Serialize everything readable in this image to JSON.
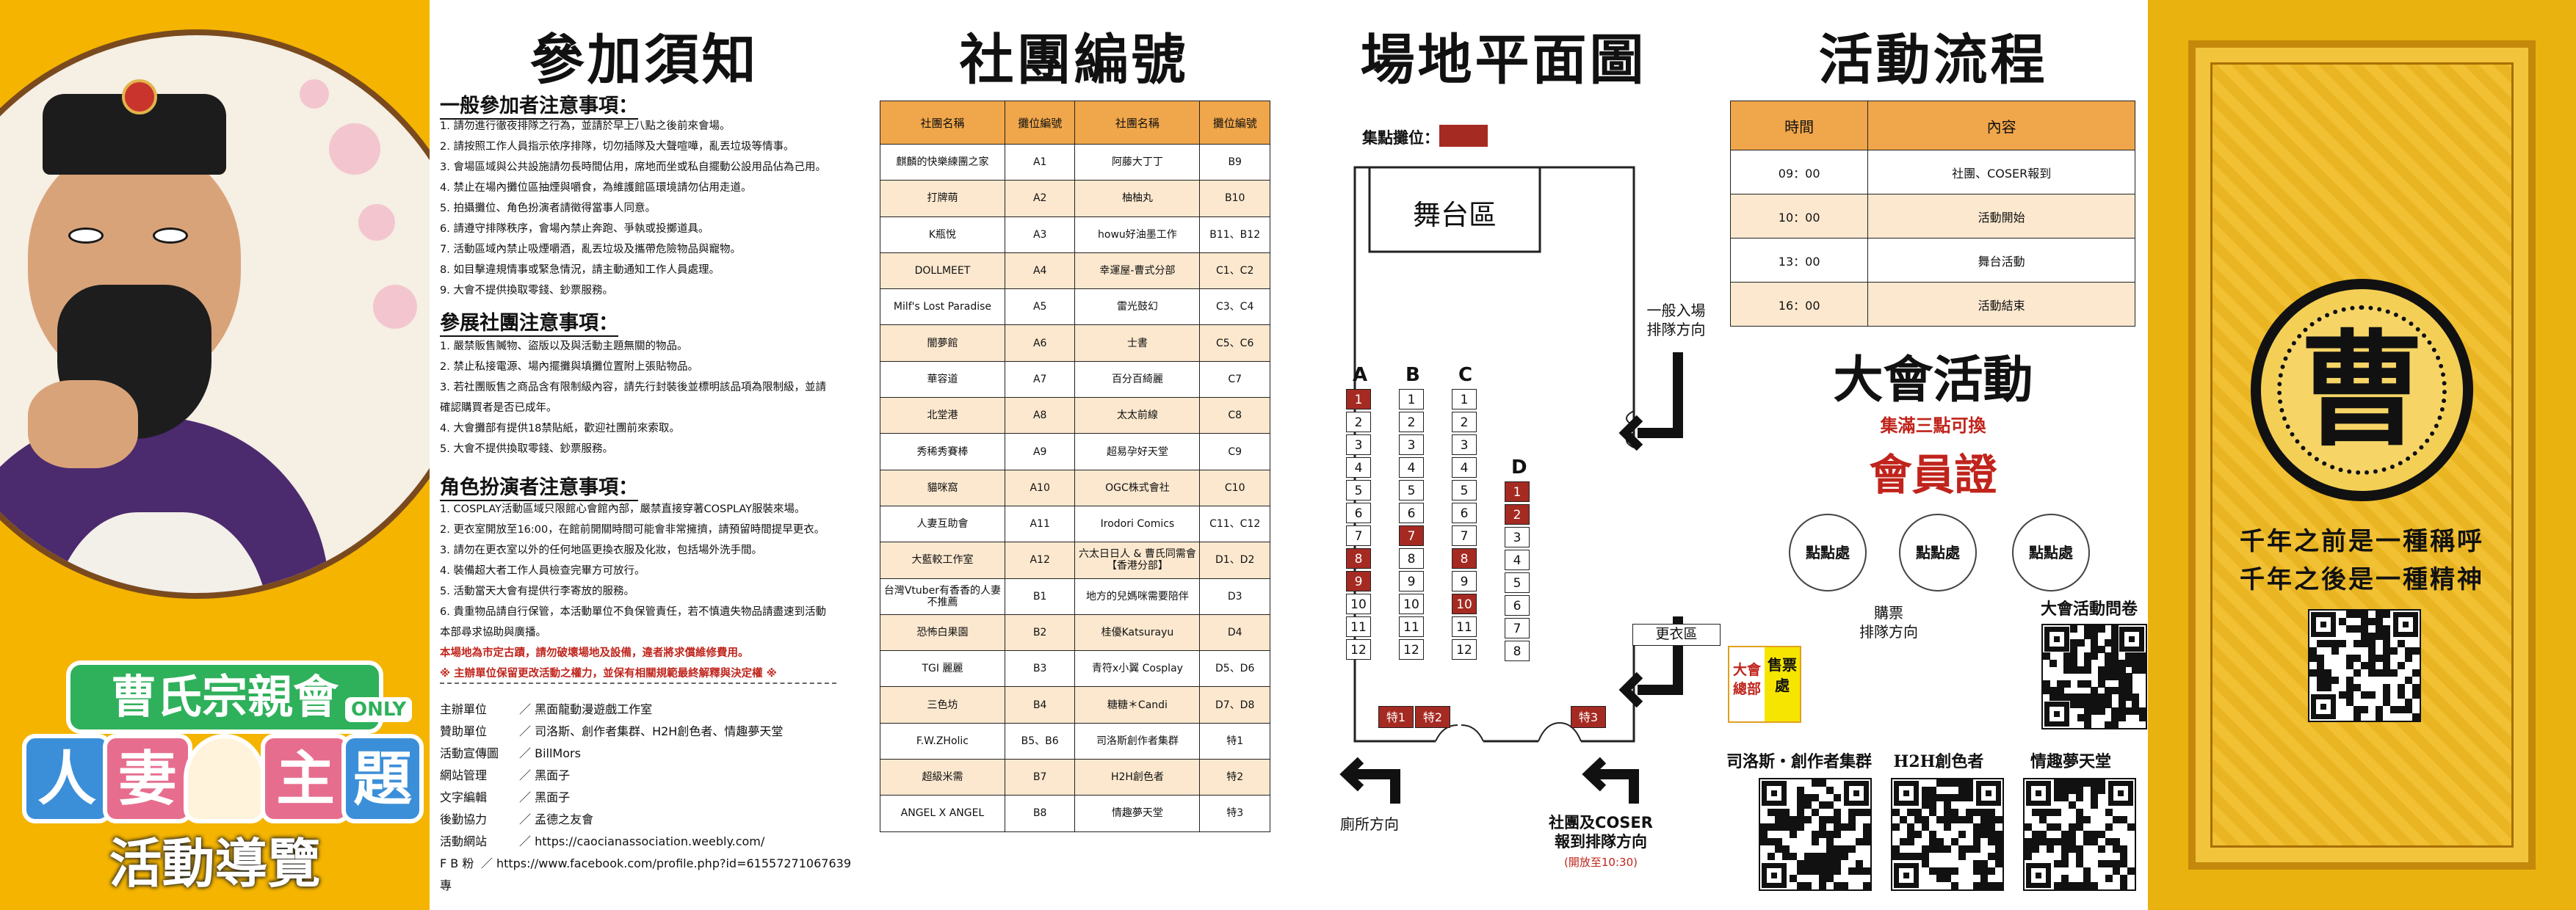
{
  "cover": {
    "badge": "曹氏宗親會",
    "only": "ONLY",
    "tiles": [
      "人",
      "妻",
      "主",
      "題"
    ],
    "guide": "活動導覽"
  },
  "notes": {
    "title": "參加須知",
    "general_heading": "一般參加者注意事項：",
    "general": [
      "1. 請勿進行徹夜排隊之行為，並請於早上八點之後前來會場。",
      "2. 請按照工作人員指示依序排隊，切勿插隊及大聲喧嘩，亂丟垃圾等情事。",
      "3. 會場區域與公共設施請勿長時間佔用，席地而坐或私自擺動公設用品佔為己用。",
      "4. 禁止在場內攤位區抽煙與嚼食，為維護館區環境請勿佔用走道。",
      "5. 拍攝攤位、角色扮演者請徵得當事人同意。",
      "6. 請遵守排隊秩序，會場內禁止奔跑、爭執或投擲道具。",
      "7. 活動區域內禁止吸煙嚼酒，亂丟垃圾及攜帶危險物品與寵物。",
      "8. 如目擊違規情事或緊急情況，請主動通知工作人員處理。",
      "9. 大會不提供換取零錢、鈔票服務。"
    ],
    "exhibitor_heading": "參展社團注意事項：",
    "exhibitor": [
      "1. 嚴禁販售贓物、盜版以及與活動主題無關的物品。",
      "2. 禁止私接電源、場內擺攤與填攤位置附上張貼物品。",
      "3. 若社團販售之商品含有限制級內容，請先行封裝後並標明該品項為限制級，並請",
      "   確認購買者是否已成年。",
      "4. 大會攤部有提供18禁貼紙，歡迎社團前來索取。",
      "5. 大會不提供換取零錢、鈔票服務。"
    ],
    "cosplay_heading": "角色扮演者注意事項：",
    "cosplay": [
      "1. COSPLAY活動區域只限館心會館內部，嚴禁直接穿著COSPLAY服裝來場。",
      "2. 更衣室開放至16:00，在館前開關時間可能會非常擁擠，請預留時間提早更衣。",
      "3. 請勿在更衣室以外的任何地區更換衣服及化妝，包括場外洗手間。",
      "4. 裝備超大者工作人員檢查完畢方可放行。",
      "5. 活動當天大會有提供行李寄放的服務。",
      "6. 貴重物品請自行保管，本活動單位不負保管責任，若不慎遺失物品請盡速到活動",
      "   本部尋求協助與廣播。"
    ],
    "red_notes": [
      "本場地為市定古蹟，請勿破壞場地及設備，違者將求償維修費用。",
      "※ 主辦單位保留更改活動之權力，並保有相關規範最終解釋與決定權 ※"
    ],
    "org": [
      {
        "k": "主辦單位",
        "v": "／ 黑面龍動漫遊戲工作室"
      },
      {
        "k": "贊助單位",
        "v": "／ 司洛斯、創作者集群、H2H創色者、情趣夢天堂"
      },
      {
        "k": "活動宣傳圖",
        "v": "／ BillMors"
      },
      {
        "k": "網站管理",
        "v": "／ 黑面子"
      },
      {
        "k": "文字編輯",
        "v": "／ 黑面子"
      },
      {
        "k": "後勤協力",
        "v": "／ 孟德之友會"
      },
      {
        "k": "活動網站",
        "v": "／ https://caocianassociation.weebly.com/"
      },
      {
        "k": "F B 粉專",
        "v": "／ https://www.facebook.com/profile.php?id=61557271067639"
      }
    ]
  },
  "clubs": {
    "title": "社團編號",
    "headers": [
      "社團名稱",
      "攤位編號",
      "社團名稱",
      "攤位編號"
    ],
    "rows": [
      [
        "麒麟的快樂練團之家",
        "A1",
        "阿藤大丁丁",
        "B9"
      ],
      [
        "打牌萌",
        "A2",
        "柚柚丸",
        "B10"
      ],
      [
        "K瓶悅",
        "A3",
        "howu好油墨工作",
        "B11、B12"
      ],
      [
        "DOLLMEET",
        "A4",
        "幸運屋-曹式分部",
        "C1、C2"
      ],
      [
        "Milf's Lost Paradise",
        "A5",
        "雷光鼓幻",
        "C3、C4"
      ],
      [
        "闇夢館",
        "A6",
        "士書",
        "C5、C6"
      ],
      [
        "華容道",
        "A7",
        "百分百綺麗",
        "C7"
      ],
      [
        "北堂港",
        "A8",
        "太太前線",
        "C8"
      ],
      [
        "秀稀秀賽棒",
        "A9",
        "超易孕好天堂",
        "C9"
      ],
      [
        "貓咪窩",
        "A10",
        "OGC株式會社",
        "C10"
      ],
      [
        "人妻互助會",
        "A11",
        "Irodori Comics",
        "C11、C12"
      ],
      [
        "大藍較工作室",
        "A12",
        "六太日日人 & 曹氏同需會【香港分部】",
        "D1、D2"
      ],
      [
        "台灣Vtuber有香香的人妻不推薦",
        "B1",
        "地方的兒媽咪需要陪伴",
        "D3"
      ],
      [
        "恐怖白果園",
        "B2",
        "桂優Katsurayu",
        "D4"
      ],
      [
        "TGI 麗麗",
        "B3",
        "青符x小翼 Cosplay",
        "D5、D6"
      ],
      [
        "三色坊",
        "B4",
        "糖糖＊Candi",
        "D7、D8"
      ],
      [
        "F.W.ZHolic",
        "B5、B6",
        "司洛斯創作者集群",
        "特1"
      ],
      [
        "超級米需",
        "B7",
        "H2H創色者",
        "特2"
      ],
      [
        "ANGEL X ANGEL",
        "B8",
        "情趣夢天堂",
        "特3"
      ]
    ]
  },
  "plan": {
    "title": "場地平面圖",
    "gather_label": "集點攤位：",
    "stage": "舞台區",
    "columns": [
      {
        "name": "A",
        "seats": [
          "1",
          "2",
          "3",
          "4",
          "5",
          "6",
          "7",
          "8",
          "9",
          "10",
          "11",
          "12"
        ],
        "red": [
          "1",
          "8",
          "9"
        ]
      },
      {
        "name": "B",
        "seats": [
          "1",
          "2",
          "3",
          "4",
          "5",
          "6",
          "7",
          "8",
          "9",
          "10",
          "11",
          "12"
        ],
        "red": [
          "7"
        ]
      },
      {
        "name": "C",
        "seats": [
          "1",
          "2",
          "3",
          "4",
          "5",
          "6",
          "7",
          "8",
          "9",
          "10",
          "11",
          "12"
        ],
        "red": [
          "8",
          "10"
        ]
      },
      {
        "name": "D",
        "seats": [
          "1",
          "2",
          "3",
          "4",
          "5",
          "6",
          "7",
          "8"
        ],
        "red": [
          "1",
          "2"
        ]
      }
    ],
    "specials": [
      "特1",
      "特2",
      "特3"
    ],
    "changing_room": "更衣區",
    "hq": "大會總部",
    "tickets": "售票處",
    "queue_general": "一般入場\n排隊方向",
    "queue_ticket": "購票\n排隊方向",
    "toilet": "廁所方向",
    "club_queue": "社團及COSER\n報到排隊方向",
    "club_queue_note": "(開放至10:30)"
  },
  "schedule": {
    "title": "活動流程",
    "headers": [
      "時間",
      "內容"
    ],
    "rows": [
      [
        "09：00",
        "社團、COSER報到"
      ],
      [
        "10：00",
        "活動開始"
      ],
      [
        "13：00",
        "舞台活動"
      ],
      [
        "16：00",
        "活動結束"
      ]
    ],
    "big": "大會活動",
    "redeem": "集滿三點可換",
    "card": "會員證",
    "stamps": [
      "點點處",
      "點點處",
      "點點處"
    ],
    "survey": "大會活動問卷",
    "sponsors": [
      "司洛斯‧創作者集群",
      "H2H創色者",
      "情趣夢天堂"
    ]
  },
  "back": {
    "seal": "曹",
    "line1": "千年之前是一種稱呼",
    "line2": "千年之後是一種精神"
  },
  "colors": {
    "cover_yellow": "#f4b400",
    "table_header": "#f0a64a",
    "table_alt": "#fce8cf",
    "booth_red": "#a52a22",
    "text_red": "#c0241c",
    "back_gold": "#e9b20f"
  }
}
